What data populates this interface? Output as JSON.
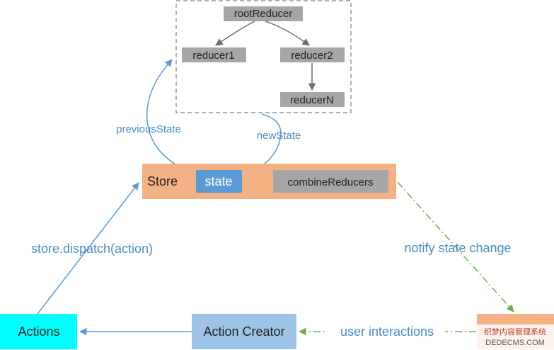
{
  "colors": {
    "gray_box": "#a6a6a6",
    "store_orange": "#f4b183",
    "state_blue": "#5b9bd5",
    "actions_cyan": "#00ffff",
    "action_creator_blue": "#9dc3e6",
    "arrow_blue": "#5b9bd5",
    "arrow_green": "#70ad47",
    "arrow_gray": "#6d6d6d",
    "dashed_border": "#808080",
    "label_blue": "#4a8cc7"
  },
  "reducers": {
    "root": "rootReducer",
    "reducer1": "reducer1",
    "reducer2": "reducer2",
    "reducerN": "reducerN"
  },
  "store": {
    "label": "Store",
    "state": "state",
    "combine": "combineReducers"
  },
  "edges": {
    "previous_state": "previousState",
    "new_state": "newState",
    "dispatch": "store.dispatch(action)",
    "notify": "notify state change",
    "user_interactions": "user interactions"
  },
  "nodes": {
    "actions": "Actions",
    "action_creator": "Action Creator"
  },
  "watermark": {
    "line1": "织梦内容管理系统",
    "line2": "DEDECMS.COM"
  }
}
